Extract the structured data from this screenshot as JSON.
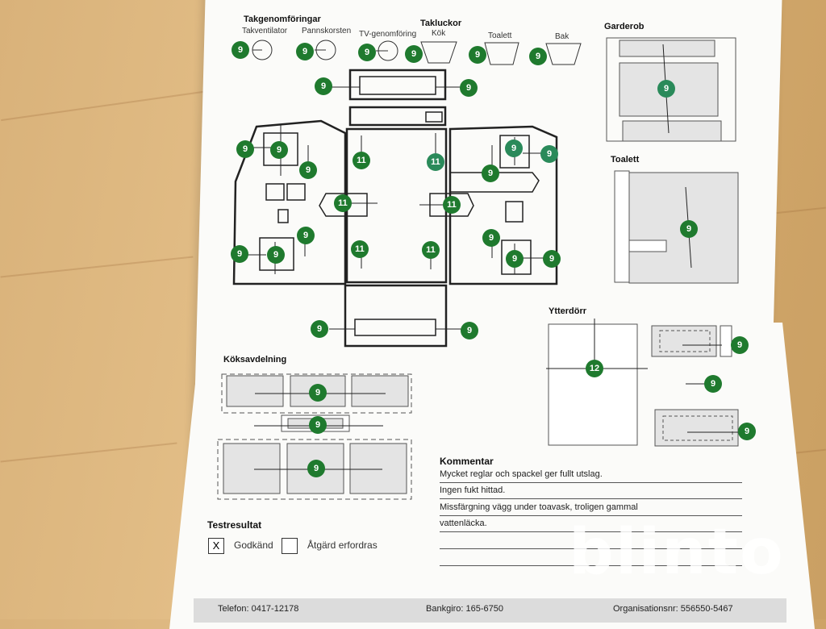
{
  "form": {
    "roof_section_title": "Takgenomföringar",
    "roof_items": [
      "Takventilator",
      "Pannskorsten",
      "TV-genomföring"
    ],
    "hatches_title": "Takluckor",
    "hatch_items": [
      "Kök",
      "Toalett",
      "Bak"
    ],
    "wardrobe_title": "Garderob",
    "toilet_title": "Toalett",
    "outer_door_title": "Ytterdörr",
    "kitchen_title": "Köksavdelning",
    "comment_title": "Kommentar",
    "comment_lines": [
      "Mycket reglar och spackel ger fullt utslag.",
      "Ingen fukt hittad.",
      "Missfärgning vägg under toavask, troligen gammal",
      "vattenläcka.",
      "",
      ""
    ],
    "result_title": "Testresultat",
    "result_ok_label": "Godkänd",
    "result_ok_mark": "X",
    "result_action_label": "Åtgärd erfordras"
  },
  "readings": {
    "r1": "9",
    "r2": "9",
    "r3": "9",
    "r4": "9",
    "r5": "9",
    "r6": "9",
    "r7": "9",
    "r8": "9",
    "r9": "9",
    "r10": "9",
    "r11": "9",
    "r12": "9",
    "r13": "11",
    "r14": "11",
    "r15": "11",
    "r16": "11",
    "r17": "11",
    "r18": "11",
    "r19": "9",
    "r20": "9",
    "r21": "9",
    "r22": "9",
    "r23": "9",
    "r24": "9",
    "r25": "9",
    "r26": "9",
    "r27": "9",
    "r28": "9",
    "r29": "9",
    "r30": "9",
    "r31": "12",
    "r32": "9",
    "r33": "9",
    "r34": "9",
    "r35": "9",
    "r36": "9"
  },
  "footer": {
    "phone": "Telefon: 0417-12178",
    "bankgiro": "Bankgiro: 165-6750",
    "org": "Organisationsnr: 556550-5467"
  },
  "watermark": "blinto",
  "colors": {
    "badge": "#1f7a2e",
    "paper": "#fbfbf9",
    "wood": "#dcb47c"
  }
}
